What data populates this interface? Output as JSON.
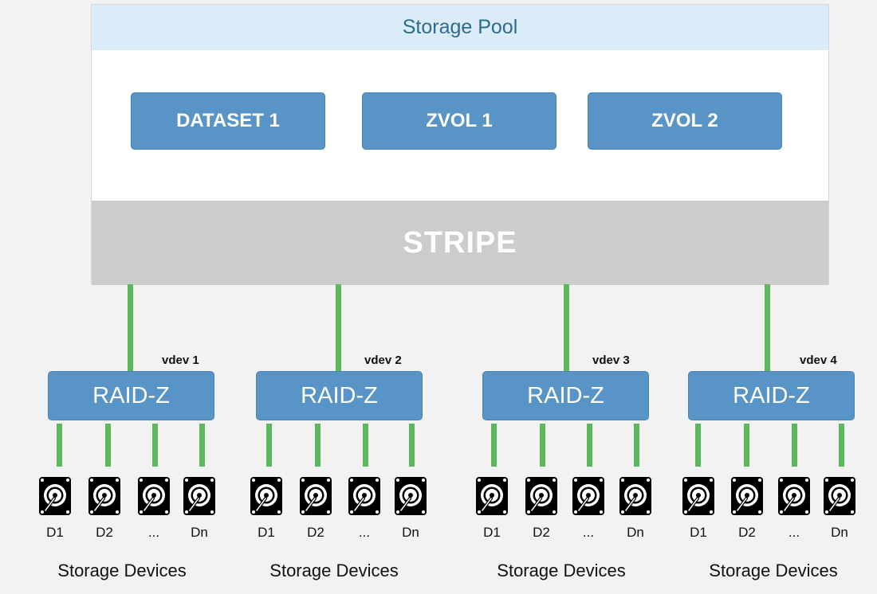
{
  "pool": {
    "title": "Storage Pool",
    "filesystems": [
      "DATASET 1",
      "ZVOL 1",
      "ZVOL 2"
    ],
    "stripe_label": "STRIPE"
  },
  "vdevs": [
    {
      "label": "vdev 1",
      "raid": "RAID-Z",
      "disks": [
        "D1",
        "D2",
        "...",
        "Dn"
      ],
      "group_label": "Storage Devices"
    },
    {
      "label": "vdev 2",
      "raid": "RAID-Z",
      "disks": [
        "D1",
        "D2",
        "...",
        "Dn"
      ],
      "group_label": "Storage Devices"
    },
    {
      "label": "vdev 3",
      "raid": "RAID-Z",
      "disks": [
        "D1",
        "D2",
        "...",
        "Dn"
      ],
      "group_label": "Storage Devices"
    },
    {
      "label": "vdev 4",
      "raid": "RAID-Z",
      "disks": [
        "D1",
        "D2",
        "...",
        "Dn"
      ],
      "group_label": "Storage Devices"
    }
  ],
  "colors": {
    "accent_blue": "#5994c6",
    "header_bg": "#d9ecf7",
    "stripe_bg": "#cccccc",
    "connector_green": "#5cb85c"
  },
  "icons": {
    "disk": "hard-drive-icon"
  }
}
